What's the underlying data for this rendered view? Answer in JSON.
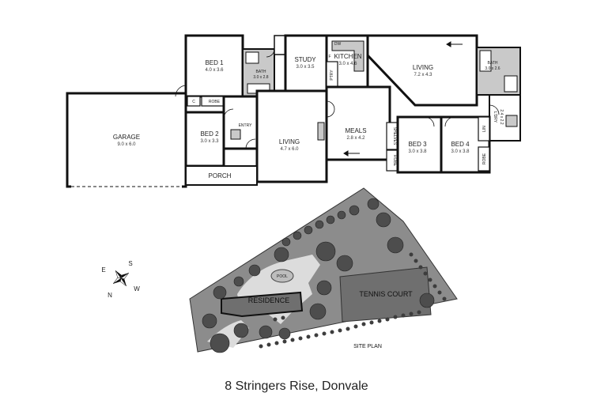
{
  "rooms": {
    "garage": {
      "name": "GARAGE",
      "dim": "9.0 x 6.0"
    },
    "bed1": {
      "name": "BED 1",
      "dim": "4.0 x 3.6"
    },
    "bath1": {
      "name": "BATH",
      "dim": "3.0 x 2.8"
    },
    "study": {
      "name": "STUDY",
      "dim": "3.0 x 3.5"
    },
    "kitchen": {
      "name": "KITCHEN",
      "dim": "3.0 x 4.6"
    },
    "living_main": {
      "name": "LIVING",
      "dim": "7.2 x 4.3"
    },
    "bath2": {
      "name": "BATH",
      "dim": "3.0 x 2.6"
    },
    "bed2": {
      "name": "BED 2",
      "dim": "3.0 x 3.3"
    },
    "entry": {
      "name": "ENTRY"
    },
    "living2": {
      "name": "LIVING",
      "dim": "4.7 x 6.0"
    },
    "meals": {
      "name": "MEALS",
      "dim": "2.8 x 4.2"
    },
    "bed3": {
      "name": "BED 3",
      "dim": "3.0 x 3.8"
    },
    "bed4": {
      "name": "BED 4",
      "dim": "3.0 x 3.8"
    },
    "ldry": {
      "name": "L'DRY",
      "dim": "2.4 x 2.2"
    },
    "porch": {
      "name": "PORCH"
    }
  },
  "small_labels": {
    "robe": "ROBE",
    "c": "C",
    "dw": "DW",
    "f": "F",
    "ptry": "PTRY",
    "shelves": "SHELVES",
    "lin": "LIN"
  },
  "site": {
    "pool": "POOL",
    "residence": "RESIDENCE",
    "tennis_court": "TENNIS COURT",
    "site_plan": "SITE PLAN"
  },
  "compass": {
    "n": "N",
    "s": "S",
    "e": "E",
    "w": "W"
  },
  "caption": "8 Stringers Rise, Donvale",
  "colors": {
    "wall": "#111111",
    "wet_area": "#c9c9c9",
    "site_fill": "#8c8c8c",
    "tree": "#4d4d4d",
    "court": "#6f6f6f",
    "pool_area": "#dcdcdc"
  }
}
